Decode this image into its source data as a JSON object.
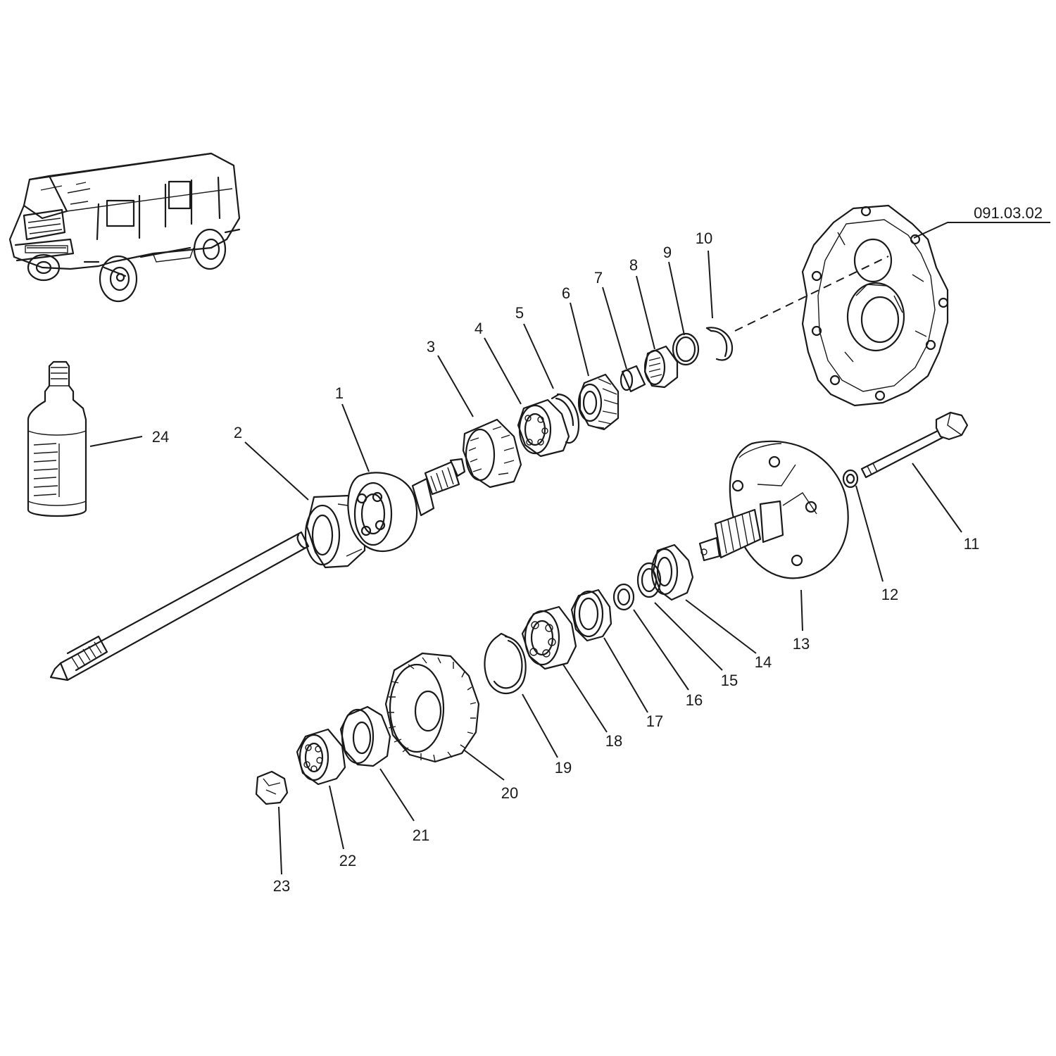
{
  "diagram": {
    "reference_code": "091.03.02",
    "callouts": [
      "1",
      "2",
      "3",
      "4",
      "5",
      "6",
      "7",
      "8",
      "9",
      "10",
      "11",
      "12",
      "13",
      "14",
      "15",
      "16",
      "17",
      "18",
      "19",
      "20",
      "21",
      "22",
      "23",
      "24"
    ]
  }
}
